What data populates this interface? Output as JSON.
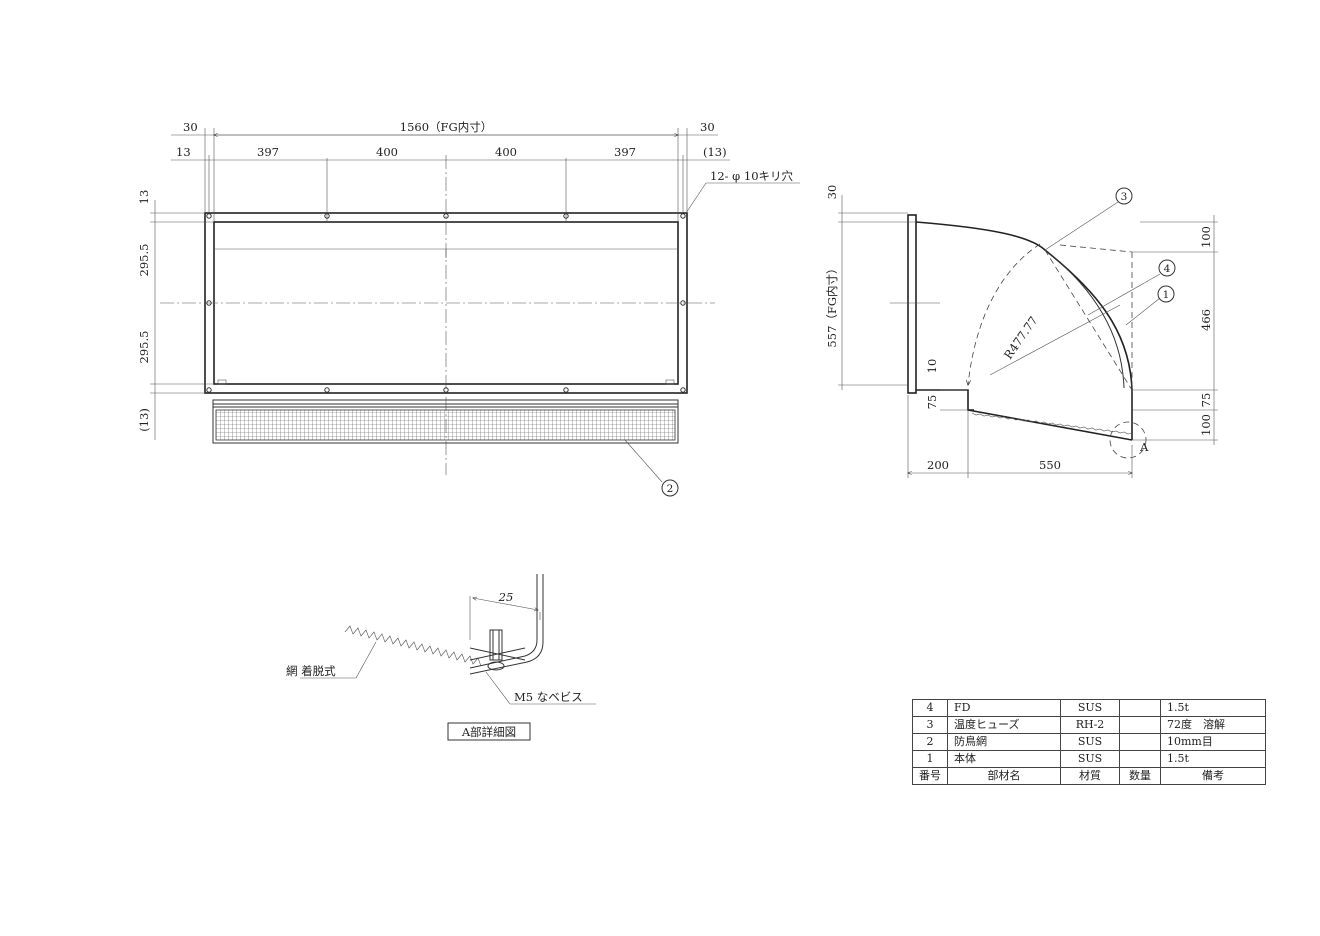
{
  "front_view": {
    "dims_top": [
      "30",
      "1560（FG内寸）",
      "30"
    ],
    "dims_sub": [
      "13",
      "397",
      "400",
      "400",
      "397",
      "(13)"
    ],
    "dims_left": [
      "13",
      "295.5",
      "295.5",
      "(13)"
    ],
    "hole_note": "12- φ 10キリ穴",
    "balloon_mesh": "2"
  },
  "side_view": {
    "dims_left": [
      "30",
      "557（FG内寸）",
      "10",
      "75"
    ],
    "dims_right": [
      "100",
      "466",
      "75",
      "100"
    ],
    "dims_bottom": [
      "200",
      "550"
    ],
    "radius_label": "R477.77",
    "balloons": [
      "3",
      "4",
      "1"
    ],
    "detail_mark": "A"
  },
  "detail": {
    "dim_25": "25",
    "mesh_label": "網 着脱式",
    "screw_label": "M5 なベビス",
    "title": "A部詳細図"
  },
  "parts_table": {
    "rows": [
      [
        "4",
        "FD",
        "SUS",
        "",
        "1.5t"
      ],
      [
        "3",
        "温度ヒューズ",
        "RH-2",
        "",
        "72度　溶解"
      ],
      [
        "2",
        "防鳥網",
        "SUS",
        "",
        "10mm目"
      ],
      [
        "1",
        "本体",
        "SUS",
        "",
        "1.5t"
      ]
    ],
    "header": [
      "番号",
      "部材名",
      "材質",
      "数量",
      "備考"
    ]
  }
}
